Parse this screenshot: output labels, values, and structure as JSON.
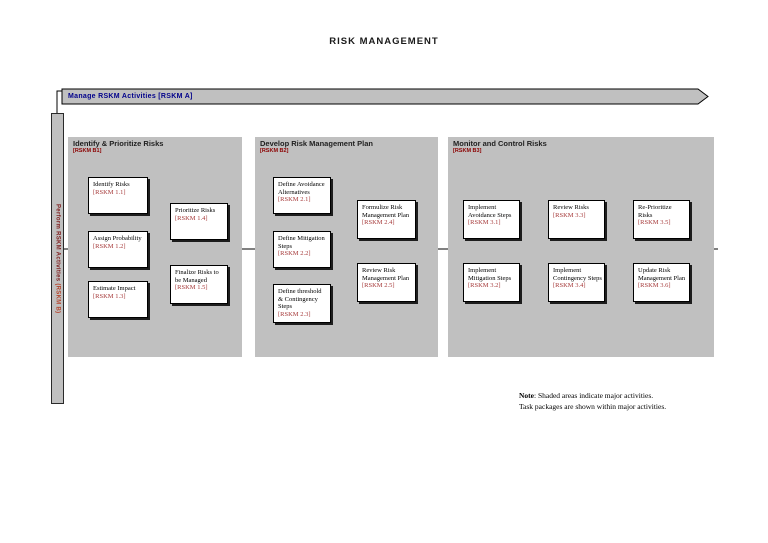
{
  "page": {
    "title": "RISK MANAGEMENT"
  },
  "banner": {
    "label": "Manage RSKM Activities [RSKM A]"
  },
  "sidebar": {
    "label": "Perform RSKM Activities",
    "code": " (RSKM B)"
  },
  "panels": [
    {
      "title": "Identify & Prioritize Risks",
      "code": "[RSKM B1]",
      "tasks": [
        {
          "title": "Identify Risks",
          "code": "[RSKM 1.1]"
        },
        {
          "title": "Assign Probability",
          "code": "[RSKM 1.2]"
        },
        {
          "title": "Estimate Impact",
          "code": "[RSKM 1.3]"
        },
        {
          "title": "Prioritize Risks",
          "code": "[RSKM 1.4]"
        },
        {
          "title": "Finalize Risks to be Managed",
          "code": "[RSKM 1.5]"
        }
      ]
    },
    {
      "title": "Develop Risk Management Plan",
      "code": "[RSKM B2]",
      "tasks": [
        {
          "title": "Define Avoidance Alternatives",
          "code": "[RSKM 2.1]"
        },
        {
          "title": "Define Mitigation Steps",
          "code": "[RSKM 2.2]"
        },
        {
          "title": "Define threshold & Contingency Steps",
          "code": "[RSKM 2.3]"
        },
        {
          "title": "Formulize Risk Management Plan",
          "code": "[RSKM 2.4]"
        },
        {
          "title": "Review Risk Management Plan",
          "code": "[RSKM 2.5]"
        }
      ]
    },
    {
      "title": "Monitor and Control Risks",
      "code": "[RSKM B3]",
      "tasks": [
        {
          "title": "Implement Avoidance Steps",
          "code": "[RSKM 3.1]"
        },
        {
          "title": "Implement Mitigation Steps",
          "code": "[RSKM 3.2]"
        },
        {
          "title": "Review Risks",
          "code": "[RSKM 3.3]"
        },
        {
          "title": "Implement Contingency Steps",
          "code": "[RSKM 3.4]"
        },
        {
          "title": "Re-Prioritize Risks",
          "code": "[RSKM 3.5]"
        },
        {
          "title": "Update Risk Management Plan",
          "code": "[RSKM 3.6]"
        }
      ]
    }
  ],
  "note": {
    "label": "Note",
    "line1": ": Shaded areas indicate major activities.",
    "line2": "Task packages are shown within major activities."
  },
  "colors": {
    "panel_gray": "#c0c0c0",
    "banner_text_navy": "#00008b",
    "section_code_red": "#8b0000",
    "task_code_red": "#a63a3a",
    "sidebar_text_maroon": "#7f2020",
    "sidebar_code_orange": "#b5452d"
  }
}
